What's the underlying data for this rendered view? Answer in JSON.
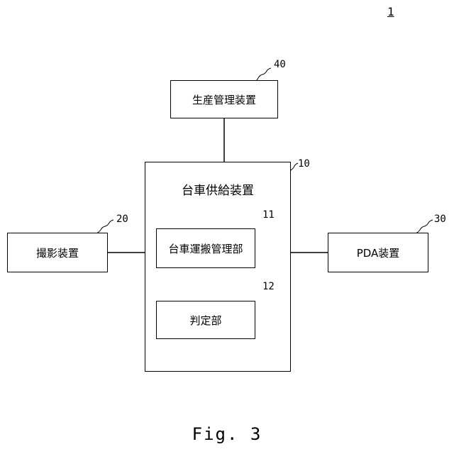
{
  "figure": {
    "number": "1",
    "caption": "Fig. 3"
  },
  "nodes": {
    "production": {
      "label": "生産管理装置",
      "ref": "40"
    },
    "supply": {
      "label": "台車供給装置",
      "ref": "10"
    },
    "transport": {
      "label": "台車運搬管理部",
      "ref": "11"
    },
    "judge": {
      "label": "判定部",
      "ref": "12"
    },
    "camera": {
      "label": "撮影装置",
      "ref": "20"
    },
    "pda": {
      "label": "PDA装置",
      "ref": "30"
    }
  }
}
